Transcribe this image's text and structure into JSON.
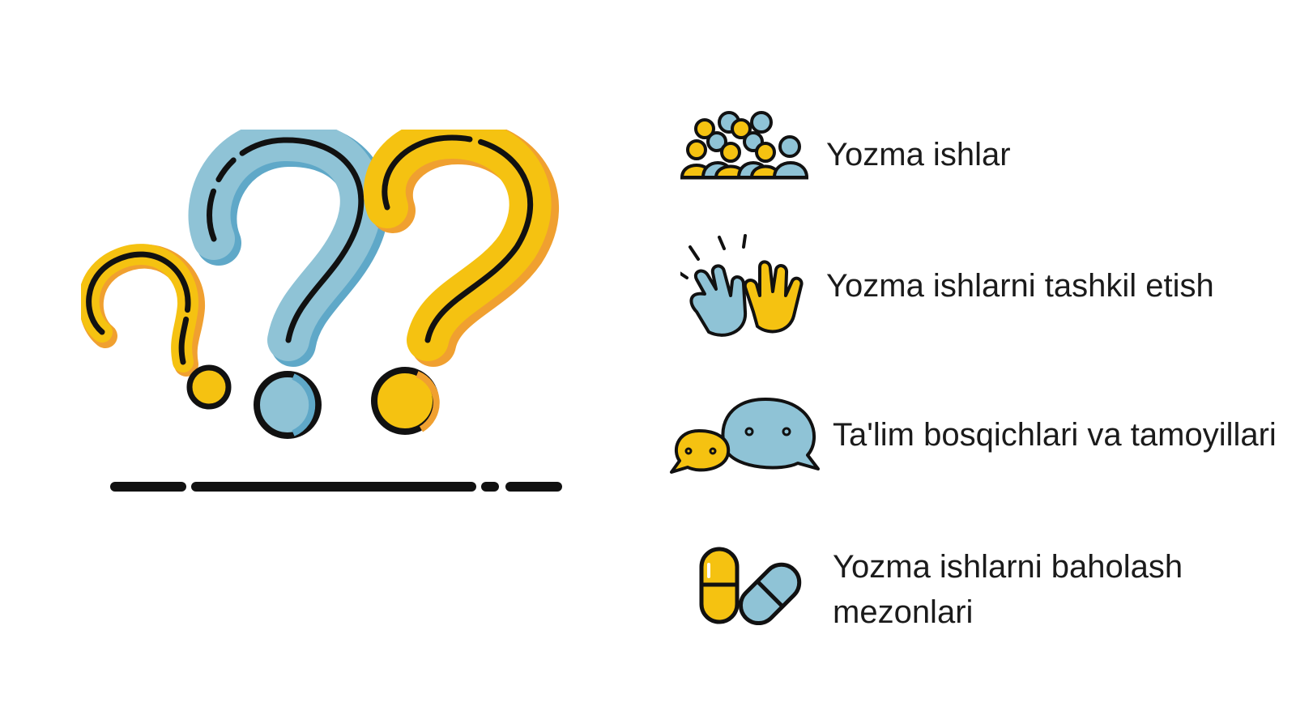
{
  "colors": {
    "yellow": "#F5C211",
    "orange": "#F0A030",
    "blue": "#8FC3D6",
    "blue_shadow": "#5FA8C8",
    "outline": "#111111"
  },
  "list": {
    "items": [
      {
        "icon": "crowd-icon",
        "label": "Yozma ishlar"
      },
      {
        "icon": "clapping-hands-icon",
        "label": "Yozma ishlarni tashkil etish"
      },
      {
        "icon": "speech-bubbles-icon",
        "label": "Ta'lim bosqichlari va tamoyillari"
      },
      {
        "icon": "pills-icon",
        "label": "Yozma ishlarni baholash mezonlari"
      }
    ]
  }
}
